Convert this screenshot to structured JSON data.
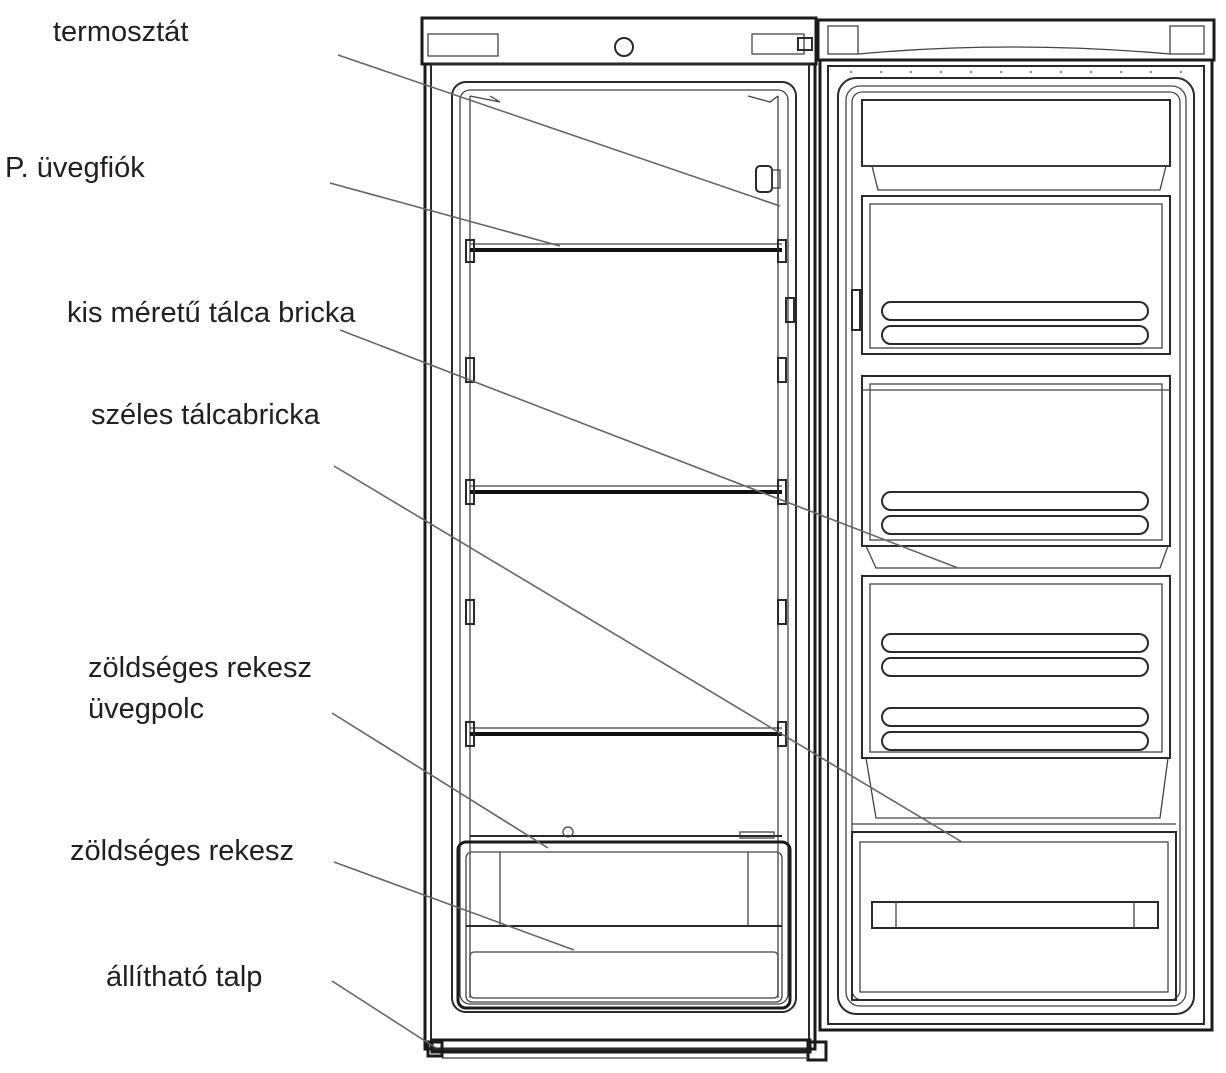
{
  "labels": {
    "thermostat": "termosztát",
    "glass_drawer": "P. üvegfiók",
    "small_tray": "kis méretű tálca bricka",
    "wide_tray": "széles tálcabricka",
    "crisper_glass_line1": "zöldséges rekesz",
    "crisper_glass_line2": "üvegpolc",
    "crisper": "zöldséges rekesz",
    "adjustable_foot": "állítható talp"
  },
  "colors": {
    "text": "#231f20",
    "lines": "#1a1a1a",
    "leaders": "#666666",
    "background": "#ffffff"
  }
}
